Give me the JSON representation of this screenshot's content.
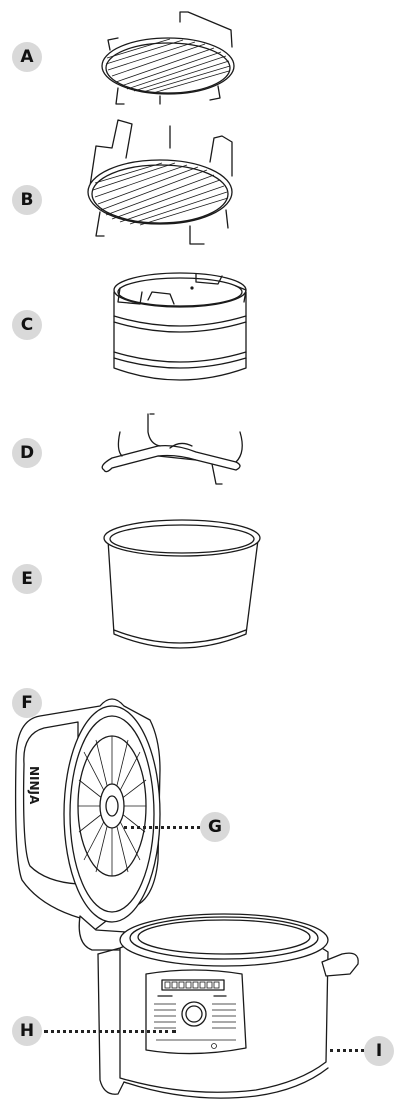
{
  "labels": {
    "a": "A",
    "b": "B",
    "c": "C",
    "d": "D",
    "e": "E",
    "f": "F",
    "g": "G",
    "h": "H",
    "i": "I"
  },
  "brand": "NINJA"
}
